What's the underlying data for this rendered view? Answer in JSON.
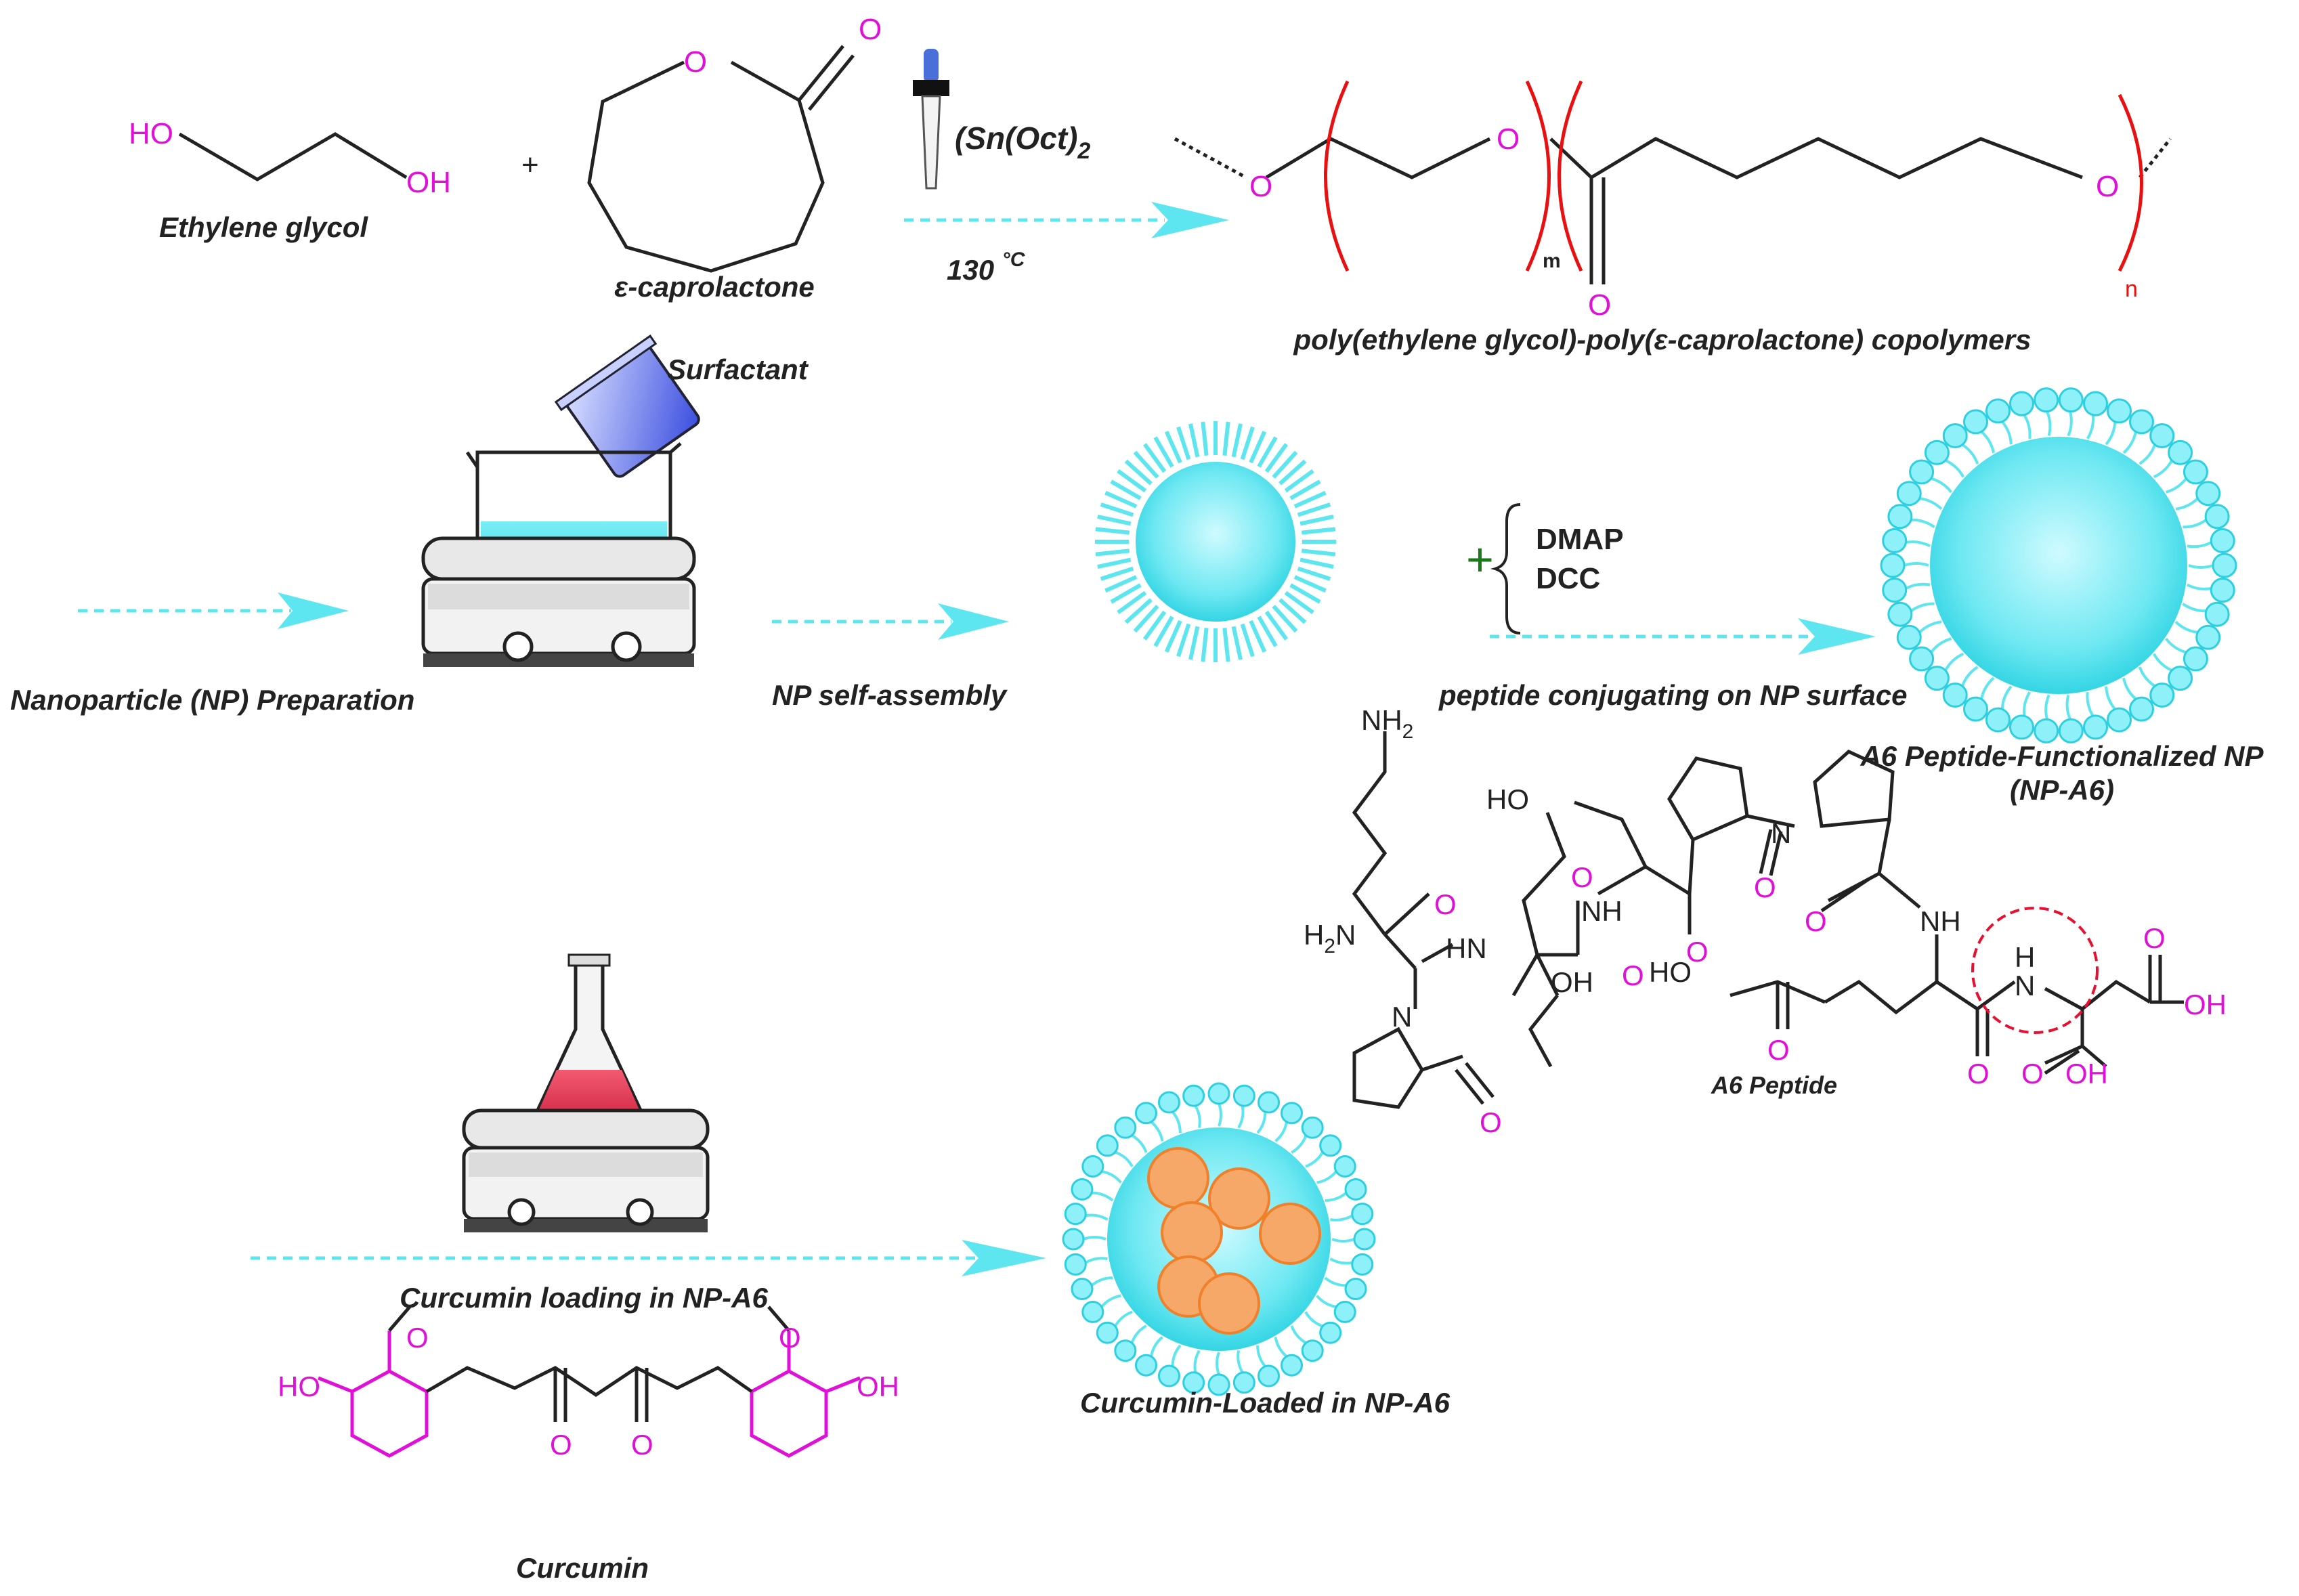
{
  "reaction": {
    "reactant1_name": "Ethylene glycol",
    "reactant2_name": "ε-caprolactone",
    "catalyst": "(Sn(Oct)",
    "catalyst_sub": "2",
    "temperature": "130",
    "temperature_unit": "°C",
    "product_name": "poly(ethylene glycol)-poly(ε-caprolactone) copolymers",
    "plus": "+",
    "subscript_m": "m",
    "subscript_n": "n"
  },
  "atoms": {
    "ho": "HO",
    "oh": "OH",
    "o": "O",
    "nh2": "NH",
    "nh2_sub": "2",
    "h2n": "H",
    "h2n_sub": "2",
    "h2n_n": "N",
    "n": "N",
    "nh": "NH",
    "hn": "HN",
    "h": "H"
  },
  "prep": {
    "surfactant": "Surfactant",
    "np_preparation": "Nanoparticle (NP) Preparation",
    "self_assembly": "NP self-assembly",
    "reagent1": "DMAP",
    "reagent2": "DCC",
    "conjugation": "peptide conjugating on NP surface",
    "np_a6_line1": "A6 Peptide-Functionalized NP",
    "np_a6_line2": "(NP-A6)",
    "peptide_name": "A6 Peptide"
  },
  "loading": {
    "step": "Curcumin loading in NP-A6",
    "product": "Curcumin-Loaded in NP-A6",
    "drug_name": "Curcumin"
  },
  "colors": {
    "magenta": "#e010d8",
    "red": "#e81010",
    "cyan": "#5ee6f0",
    "orange": "#f28a2e",
    "green": "#1a7a1a"
  }
}
